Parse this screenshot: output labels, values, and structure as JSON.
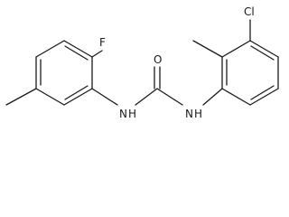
{
  "structure": {
    "atoms": {
      "fluorine": "F",
      "chlorine": "Cl",
      "oxygen": "O",
      "nitrogen_left": "N",
      "hydrogen_left": "H",
      "nitrogen_right": "N",
      "hydrogen_right": "H"
    }
  }
}
